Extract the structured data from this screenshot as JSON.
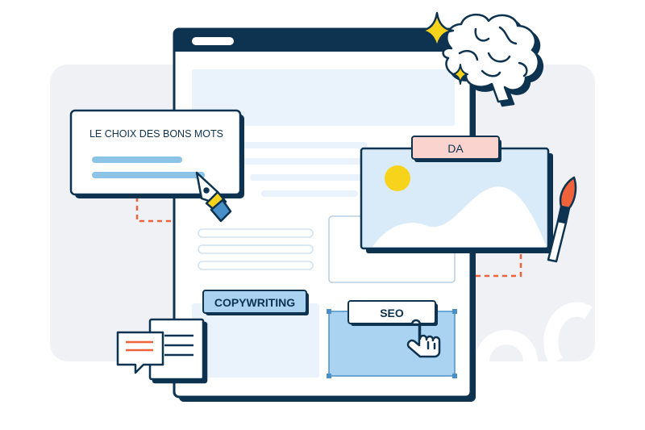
{
  "cards": {
    "word_choice_title": "LE CHOIX DES BONS MOTS",
    "art_direction_tag": "DA",
    "copywriting_tag": "COPYWRITING",
    "seo_tag": "SEO"
  },
  "colors": {
    "navy": "#0d3350",
    "light_blue": "#d9ebf8",
    "mid_blue": "#8cc4e8",
    "selection_blue": "#a9d3f0",
    "pink_tag": "#fad3cf",
    "orange_dash": "#f0623a",
    "yellow": "#f7d31b",
    "backdrop": "#f0f1f5"
  }
}
